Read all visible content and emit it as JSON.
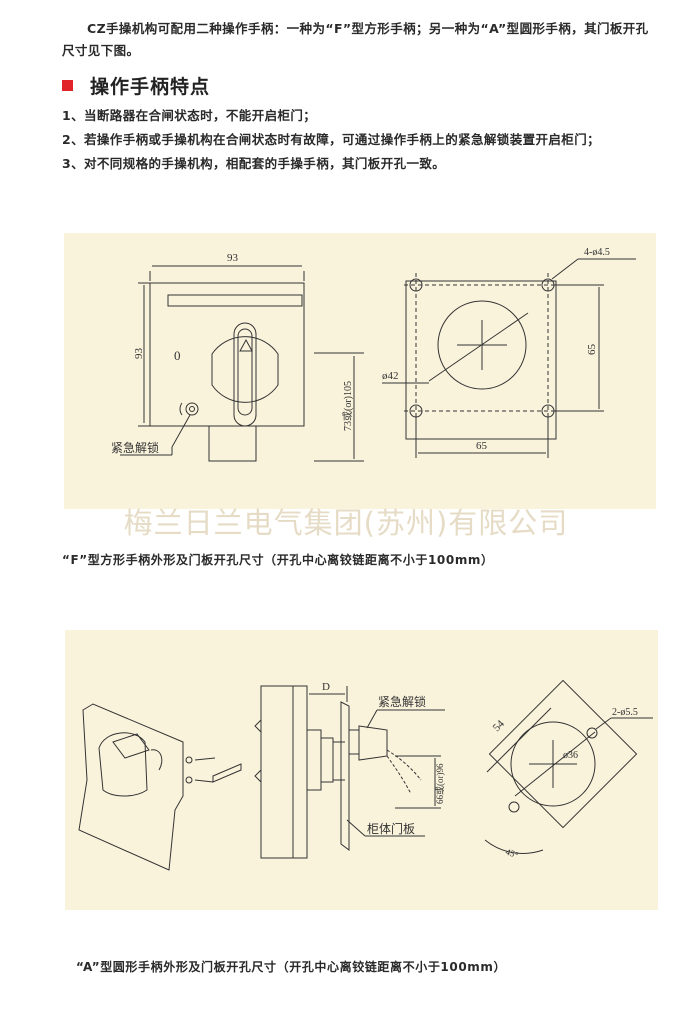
{
  "intro": "CZ手操机构可配用二种操作手柄：一种为“F”型方形手柄；另一种为“A”型圆形手柄，其门板开孔尺寸见下图。",
  "section_title": "操作手柄特点",
  "features": [
    "1、当断路器在合闸状态时，不能开启柜门；",
    "2、若操作手柄或手操机构在合闸状态时有故障，可通过操作手柄上的紧急解锁装置开启柜门；",
    "3、对不同规格的手操机构，相配套的手操手柄，其门板开孔一致。"
  ],
  "fig1": {
    "dim_width": "93",
    "dim_height": "93",
    "zero_mark": "0",
    "dim_depth": "73或(or)105",
    "emergency_label": "紧急解锁",
    "hole_label": "4-ø4.5",
    "dim_65_h": "65",
    "dim_65_v": "65",
    "dia_label": "ø42"
  },
  "watermark": "梅兰日兰电气集团(苏州)有限公司",
  "caption1": "“F”型方形手柄外形及门板开孔尺寸（开孔中心离铰链距离不小于100mm）",
  "fig2": {
    "dim_d": "D",
    "emergency_label": "紧急解锁",
    "door_label": "柜体门板",
    "dim_depth": "66或(or)96",
    "dim_54": "54",
    "hole_label": "2-ø5.5",
    "dia_label": "ø36",
    "angle_label": "45°"
  },
  "caption2": "“A”型圆形手柄外形及门板开孔尺寸（开孔中心离铰链距离不小于100mm）",
  "colors": {
    "accent": "#e0242a",
    "panel": "#faf3dc",
    "watermark": "#e6dcc6"
  }
}
